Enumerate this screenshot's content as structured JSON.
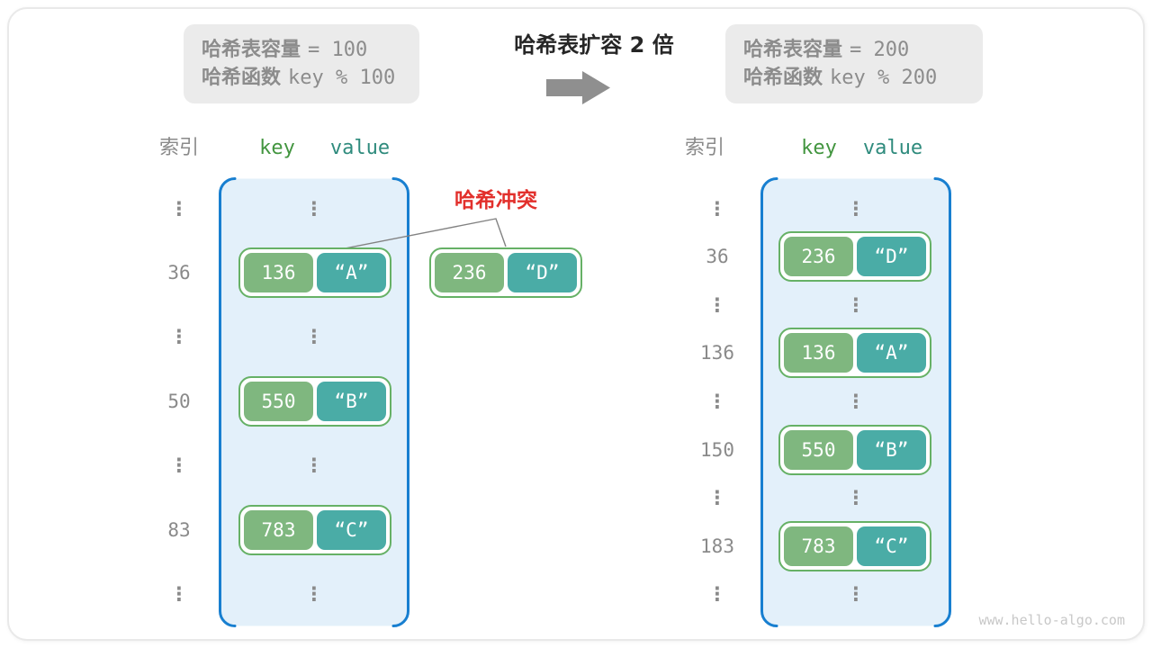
{
  "title": "哈希表扩容 2 倍",
  "watermark": "www.hello-algo.com",
  "ellipsis": "⋮",
  "collision": {
    "label": "哈希冲突",
    "pair": {
      "key": "236",
      "value": "“D”"
    }
  },
  "left_panel": {
    "info": {
      "capacity_label": "哈希表容量",
      "capacity_value": "= 100",
      "function_label": "哈希函数",
      "function_value": "key % 100"
    },
    "headers": {
      "index": "索引",
      "key": "key",
      "value": "value"
    },
    "entries": [
      {
        "index": "36",
        "key": "136",
        "value": "“A”"
      },
      {
        "index": "50",
        "key": "550",
        "value": "“B”"
      },
      {
        "index": "83",
        "key": "783",
        "value": "“C”"
      }
    ]
  },
  "right_panel": {
    "info": {
      "capacity_label": "哈希表容量",
      "capacity_value": "= 200",
      "function_label": "哈希函数",
      "function_value": "key % 200"
    },
    "headers": {
      "index": "索引",
      "key": "key",
      "value": "value"
    },
    "entries": [
      {
        "index": "36",
        "key": "236",
        "value": "“D”"
      },
      {
        "index": "136",
        "key": "136",
        "value": "“A”"
      },
      {
        "index": "150",
        "key": "550",
        "value": "“B”"
      },
      {
        "index": "183",
        "key": "783",
        "value": "“C”"
      }
    ]
  },
  "colors": {
    "bucket_border": "#187fd0",
    "bucket_fill": "#e3f0fa",
    "key_cell": "#7fb77f",
    "value_cell": "#4aaca6",
    "pair_border": "#66b166",
    "collision_red": "#e2302c",
    "arrow_gray": "#8f8f8f",
    "info_box_bg": "#ebebeb",
    "muted_text": "#8a8a8a"
  }
}
